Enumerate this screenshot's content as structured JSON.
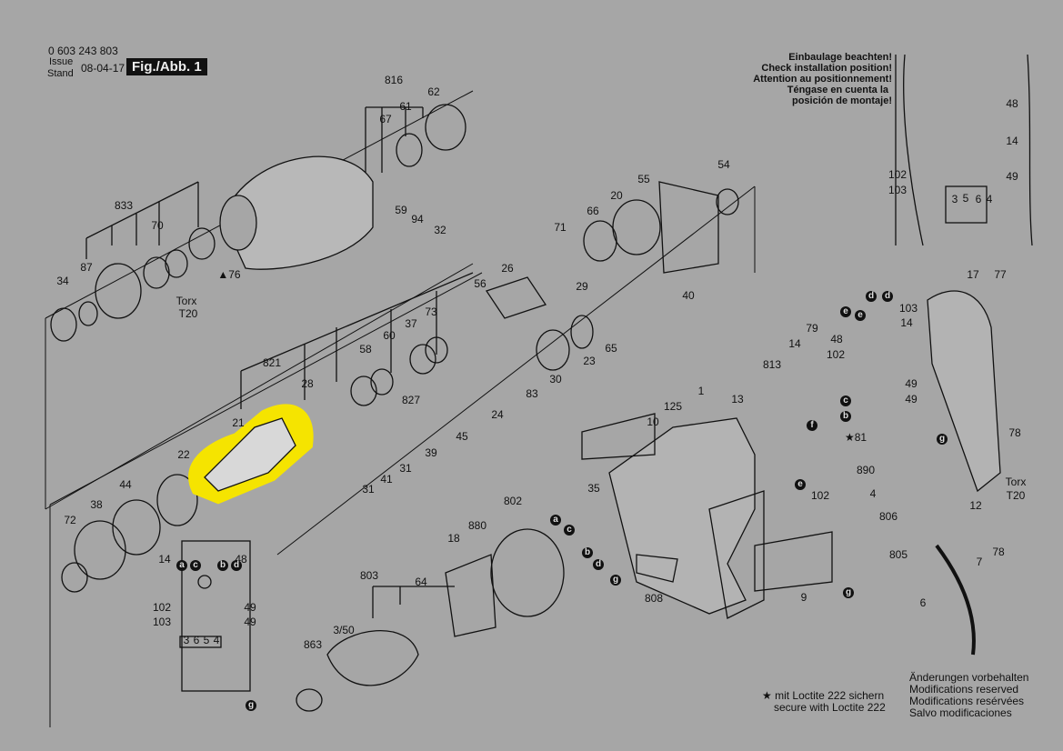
{
  "header": {
    "part_number": "0 603 243 803",
    "issue_label": "Issue",
    "stand_label": "Stand",
    "date": "08-04-17",
    "figure": "Fig./Abb. 1"
  },
  "installation_note": [
    "Einbaulage beachten!",
    "Check installation position!",
    "Attention au positionnement!",
    "Téngase en cuenta la",
    "posición de montaje!"
  ],
  "loctite_note": [
    "★ mit Loctite 222 sichern",
    "secure with Loctite 222"
  ],
  "modifications_note": [
    "Änderungen vorbehalten",
    "Modifications reserved",
    "Modifications resérvées",
    "Salvo modificaciones"
  ],
  "highlighted_part": "21",
  "highlight_color": "#f5e400",
  "part_labels": [
    "816",
    "67",
    "61",
    "62",
    "833",
    "70",
    "87",
    "34",
    "▲76",
    "Torx",
    "T20",
    "59",
    "94",
    "32",
    "71",
    "66",
    "20",
    "55",
    "54",
    "26",
    "29",
    "40",
    "56",
    "73",
    "37",
    "60",
    "58",
    "821",
    "28",
    "827",
    "22",
    "21",
    "44",
    "38",
    "72",
    "30",
    "23",
    "65",
    "83",
    "24",
    "45",
    "39",
    "31",
    "41",
    "31",
    "125",
    "1",
    "10",
    "813",
    "14",
    "79",
    "13",
    "35",
    "802",
    "880",
    "18",
    "803",
    "64",
    "3/50",
    "863",
    "808",
    "9",
    "17",
    "77",
    "103",
    "14",
    "102",
    "48",
    "49",
    "49",
    "★81",
    "890",
    "4",
    "12",
    "78",
    "Torx",
    "T20",
    "806",
    "805",
    "78",
    "7",
    "6",
    "102",
    "48",
    "14",
    "102",
    "103",
    "49",
    "3",
    "5",
    "6",
    "4",
    "14",
    "48",
    "102",
    "49",
    "103",
    "49",
    "3",
    "6",
    "5",
    "4"
  ],
  "circle_labels": [
    "e",
    "d",
    "e",
    "d",
    "c",
    "b",
    "f",
    "e",
    "g",
    "a",
    "c",
    "b",
    "d",
    "g",
    "a",
    "c",
    "b",
    "d",
    "g",
    "g"
  ]
}
